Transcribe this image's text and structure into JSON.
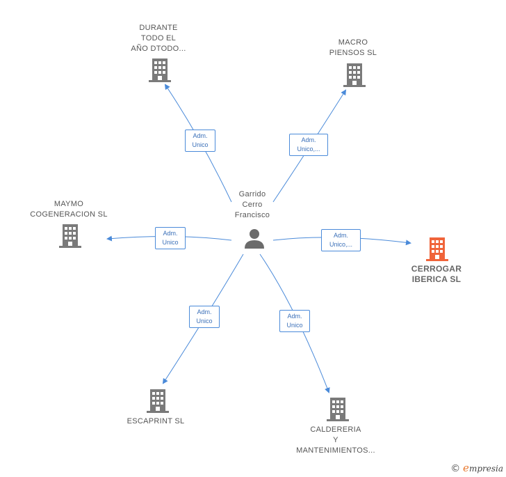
{
  "center": {
    "name": "Garrido\nCerro\nFrancisco"
  },
  "companies": [
    {
      "id": "durante",
      "name": "DURANTE\nTODO EL\nAÑO DTODO...",
      "highlight": false
    },
    {
      "id": "macro",
      "name": "MACRO\nPIENSOS  SL",
      "highlight": false
    },
    {
      "id": "maymo",
      "name": "MAYMO\nCOGENERACION SL",
      "highlight": false
    },
    {
      "id": "cerrogar",
      "name": "CERROGAR\nIBERICA  SL",
      "highlight": true
    },
    {
      "id": "escaprint",
      "name": "ESCAPRINT  SL",
      "highlight": false
    },
    {
      "id": "caldereria",
      "name": "CALDERERIA\nY\nMANTENIMIENTOS...",
      "highlight": false
    }
  ],
  "edges": [
    {
      "to": "durante",
      "label": "Adm.\nUnico"
    },
    {
      "to": "macro",
      "label": "Adm.\nUnico,..."
    },
    {
      "to": "maymo",
      "label": "Adm.\nUnico"
    },
    {
      "to": "cerrogar",
      "label": "Adm.\nUnico,..."
    },
    {
      "to": "escaprint",
      "label": "Adm.\nUnico"
    },
    {
      "to": "caldereria",
      "label": "Adm.\nUnico"
    }
  ],
  "colors": {
    "edge": "#4a8ad9",
    "building": "#7a7a7a",
    "highlight": "#f0643a",
    "person": "#6b6b6b"
  },
  "watermark": {
    "symbol": "©",
    "brand_initial": "e",
    "brand_rest": "mpresia"
  }
}
